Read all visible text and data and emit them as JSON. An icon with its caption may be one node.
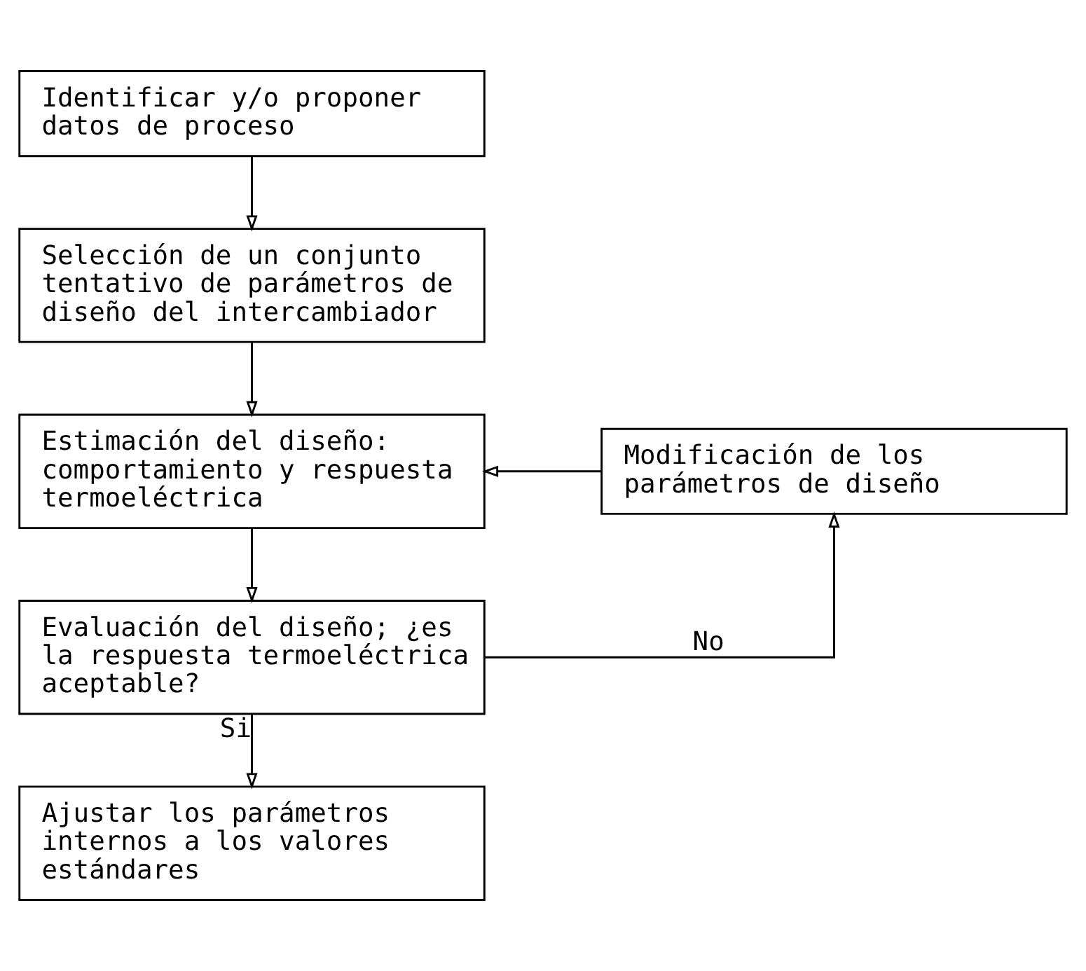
{
  "diagram": {
    "nodes": [
      {
        "text": [
          "Identificar y/o proponer datos de proceso"
        ]
      },
      {
        "text": [
          "Selección de un conjunto tentativo de parámetros de diseño del intercambiador"
        ]
      },
      {
        "text": [
          "Estimación del diseño: comportamiento y respuesta termoeléctrica"
        ]
      },
      {
        "text": [
          "Modificación de los parámetros de diseño"
        ]
      },
      {
        "text": [
          "Evaluación del diseño; ¿es la respuesta termoeléctrica aceptable?"
        ]
      },
      {
        "text": [
          "Ajustar los parámetros internos a los valores estándares"
        ]
      }
    ],
    "edges": [
      {
        "from": 0,
        "to": 1,
        "arrow": "to"
      },
      {
        "from": 1,
        "to": 2,
        "arrow": "to"
      },
      {
        "from": 2,
        "to": 4,
        "arrow": "to"
      },
      {
        "from": 4,
        "to": 3,
        "arrow": "to",
        "label": "No"
      },
      {
        "from": 3,
        "to": 2,
        "arrow": "to"
      },
      {
        "from": 4,
        "to": 5,
        "arrow": "to",
        "label": "Si"
      }
    ]
  }
}
